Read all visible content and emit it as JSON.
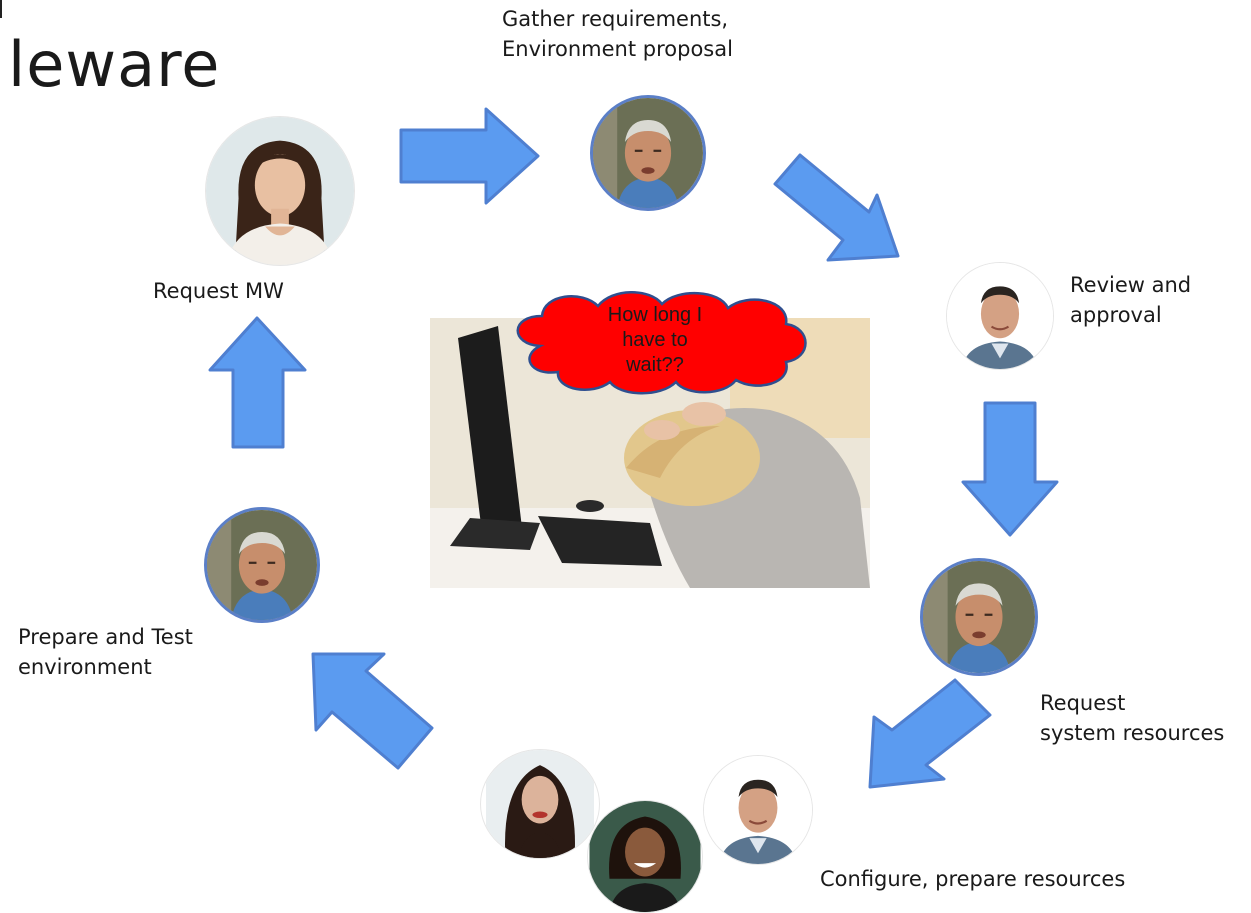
{
  "title_fragment": "leware",
  "colors": {
    "arrow_fill": "#5b9bf0",
    "arrow_stroke": "#4f7fd0",
    "cloud_fill": "#ff0000",
    "cloud_stroke": "#2f4f8f",
    "avatar_ring": "#5b7fc7"
  },
  "steps": {
    "request_mw": "Request MW",
    "gather": "Gather requirements,\nEnvironment proposal",
    "review": "Review and\napproval",
    "request_resources": "Request\nsystem resources",
    "configure": "Configure, prepare resources",
    "prepare_test": "Prepare and Test\nenvironment"
  },
  "callout": {
    "text": "How long I\nhave to\nwait??"
  }
}
